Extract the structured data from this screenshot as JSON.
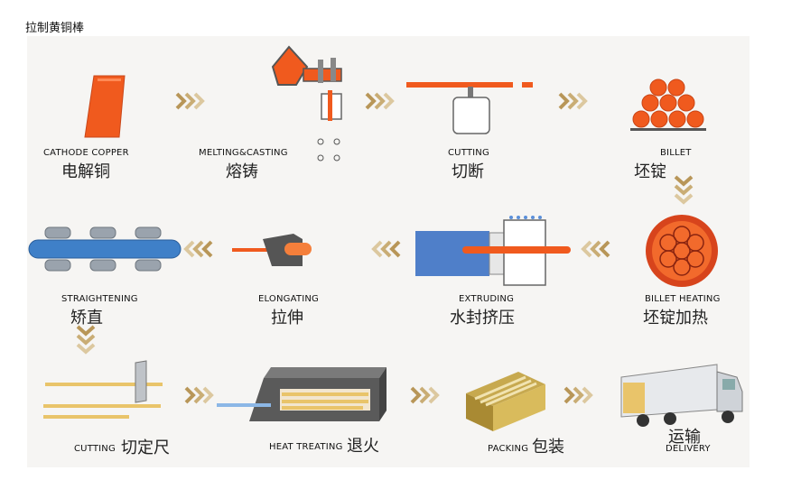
{
  "page_title": "拉制黄铜棒",
  "steps": {
    "cathode_copper": {
      "en": "CATHODE COPPER",
      "cn": "电解铜"
    },
    "melting_casting": {
      "en": "MELTING&CASTING",
      "cn": "熔铸"
    },
    "cutting1": {
      "en": "CUTTING",
      "cn": "切断"
    },
    "billet": {
      "en": "BILLET",
      "cn": "坯锭"
    },
    "billet_heating": {
      "en": "BILLET HEATING",
      "cn": "坯锭加热"
    },
    "extruding": {
      "en": "EXTRUDING",
      "cn": "水封挤压"
    },
    "elongating": {
      "en": "ELONGATING",
      "cn": "拉伸"
    },
    "straightening": {
      "en": "STRAIGHTENING",
      "cn": "矫直"
    },
    "cutting2": {
      "en": "CUTTING",
      "cn": "切定尺"
    },
    "heat_treating": {
      "en": "HEAT TREATING",
      "cn": "退火"
    },
    "packing": {
      "en": "PACKING",
      "cn": "包装"
    },
    "delivery": {
      "en": "DELIVERY",
      "cn": "运输"
    }
  },
  "colors": {
    "copper": "#f05a1e",
    "arrow": "#b89658",
    "metal": "#9aa3ad",
    "rod_blue": "#3f80c8",
    "brass": "#e9c46a",
    "box_blue": "#4f7fc9"
  }
}
